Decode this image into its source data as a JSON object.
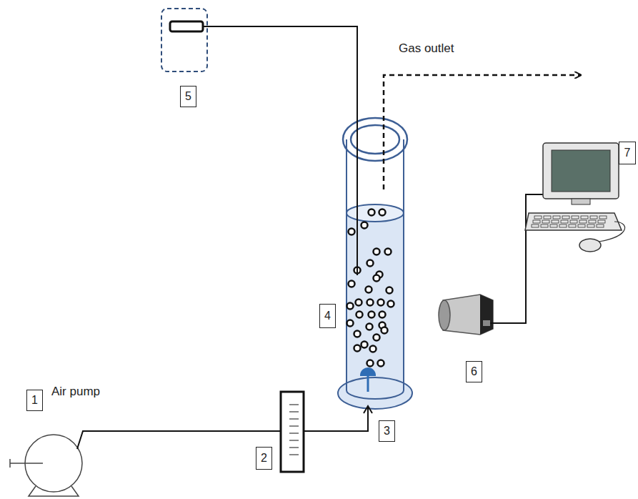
{
  "diagram": {
    "nodes": [
      {
        "text": [
          "5"
        ]
      },
      {
        "text": [
          "7"
        ]
      },
      {
        "text": [
          "4"
        ]
      },
      {
        "text": [
          "6"
        ]
      },
      {
        "text": [
          "1"
        ]
      },
      {
        "text": [
          "3"
        ]
      },
      {
        "text": [
          "2"
        ]
      }
    ],
    "labels": [
      "Gas outlet",
      "Air pump"
    ]
  }
}
